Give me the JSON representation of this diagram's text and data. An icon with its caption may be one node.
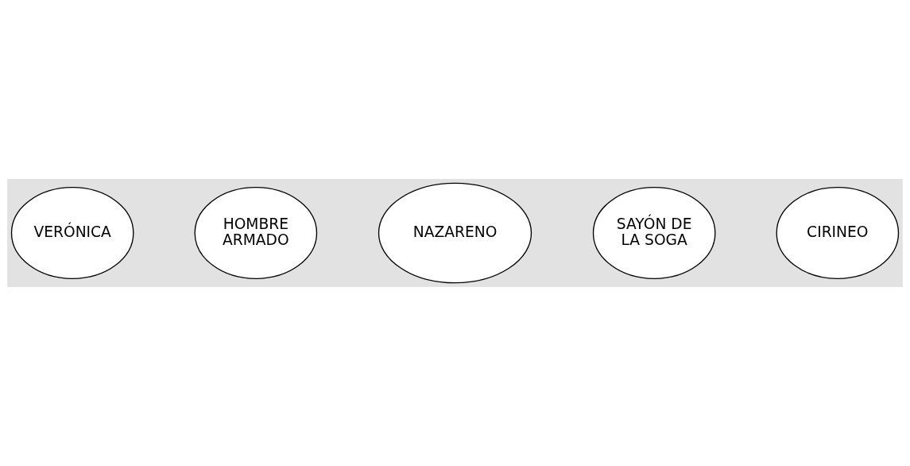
{
  "diagram": {
    "nodes": [
      {
        "text": [
          "VERÓNICA"
        ]
      },
      {
        "text": [
          "HOMBRE ARMADO"
        ]
      },
      {
        "text": [
          "NAZARENO"
        ]
      },
      {
        "text": [
          "SAYÓN DE LA SOGA"
        ]
      },
      {
        "text": [
          "CIRINEO"
        ]
      }
    ]
  }
}
